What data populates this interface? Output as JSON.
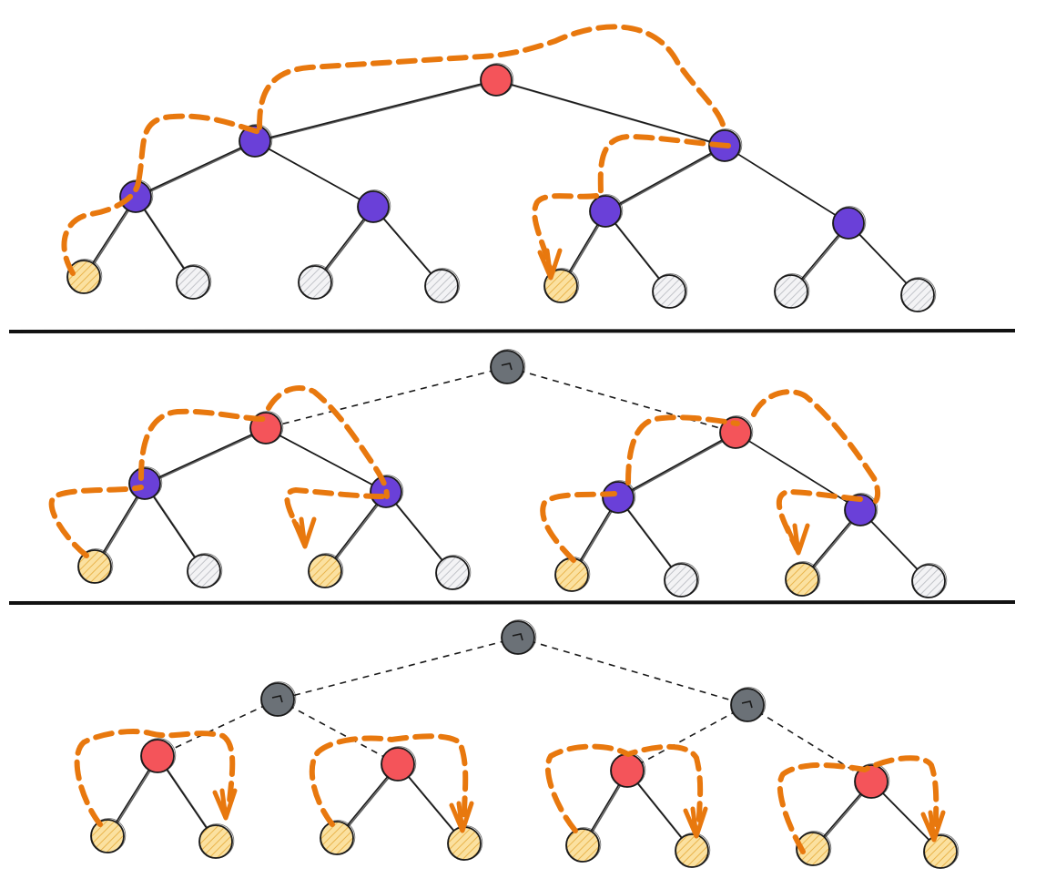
{
  "colors": {
    "red": "#f4545a",
    "purple": "#6a40d8",
    "gray": "#6b7177",
    "orange": "#e8780e",
    "leaf_highlight": "#fbe1a0",
    "leaf_highlight_hatch": "#e9b44c",
    "leaf_plain": "#f1f1f3",
    "leaf_plain_hatch": "#b7b9bf",
    "edge": "#1a1a1a"
  },
  "panels": [
    {
      "id": "panel-full-tree",
      "description_level": 0,
      "nodes": {
        "root": {
          "type": "red"
        },
        "l": {
          "type": "purple"
        },
        "r": {
          "type": "purple"
        },
        "ll": {
          "type": "purple"
        },
        "lr": {
          "type": "purple"
        },
        "rl": {
          "type": "purple"
        },
        "rr": {
          "type": "purple"
        },
        "lll": {
          "type": "leaf-highlight"
        },
        "llr": {
          "type": "leaf-plain"
        },
        "lrl": {
          "type": "leaf-plain"
        },
        "lrr": {
          "type": "leaf-plain"
        },
        "rll": {
          "type": "leaf-highlight"
        },
        "rlr": {
          "type": "leaf-plain"
        },
        "rrl": {
          "type": "leaf-plain"
        },
        "rrr": {
          "type": "leaf-plain"
        }
      }
    },
    {
      "id": "panel-split-once",
      "nodes": {
        "root": {
          "type": "gray"
        },
        "l": {
          "type": "red"
        },
        "r": {
          "type": "red"
        },
        "ll": {
          "type": "purple"
        },
        "lr": {
          "type": "purple"
        },
        "rl": {
          "type": "purple"
        },
        "rr": {
          "type": "purple"
        },
        "lll": {
          "type": "leaf-highlight"
        },
        "llr": {
          "type": "leaf-plain"
        },
        "lrl": {
          "type": "leaf-highlight"
        },
        "lrr": {
          "type": "leaf-plain"
        },
        "rll": {
          "type": "leaf-highlight"
        },
        "rlr": {
          "type": "leaf-plain"
        },
        "rrl": {
          "type": "leaf-highlight"
        },
        "rrr": {
          "type": "leaf-plain"
        }
      }
    },
    {
      "id": "panel-split-twice",
      "nodes": {
        "root": {
          "type": "gray"
        },
        "l": {
          "type": "gray"
        },
        "r": {
          "type": "gray"
        },
        "ll": {
          "type": "red"
        },
        "lr": {
          "type": "red"
        },
        "rl": {
          "type": "red"
        },
        "rr": {
          "type": "red"
        },
        "lll": {
          "type": "leaf-highlight"
        },
        "llr": {
          "type": "leaf-highlight"
        },
        "lrl": {
          "type": "leaf-highlight"
        },
        "lrr": {
          "type": "leaf-highlight"
        },
        "rll": {
          "type": "leaf-highlight"
        },
        "rlr": {
          "type": "leaf-highlight"
        },
        "rrl": {
          "type": "leaf-highlight"
        },
        "rrr": {
          "type": "leaf-highlight"
        }
      }
    }
  ]
}
